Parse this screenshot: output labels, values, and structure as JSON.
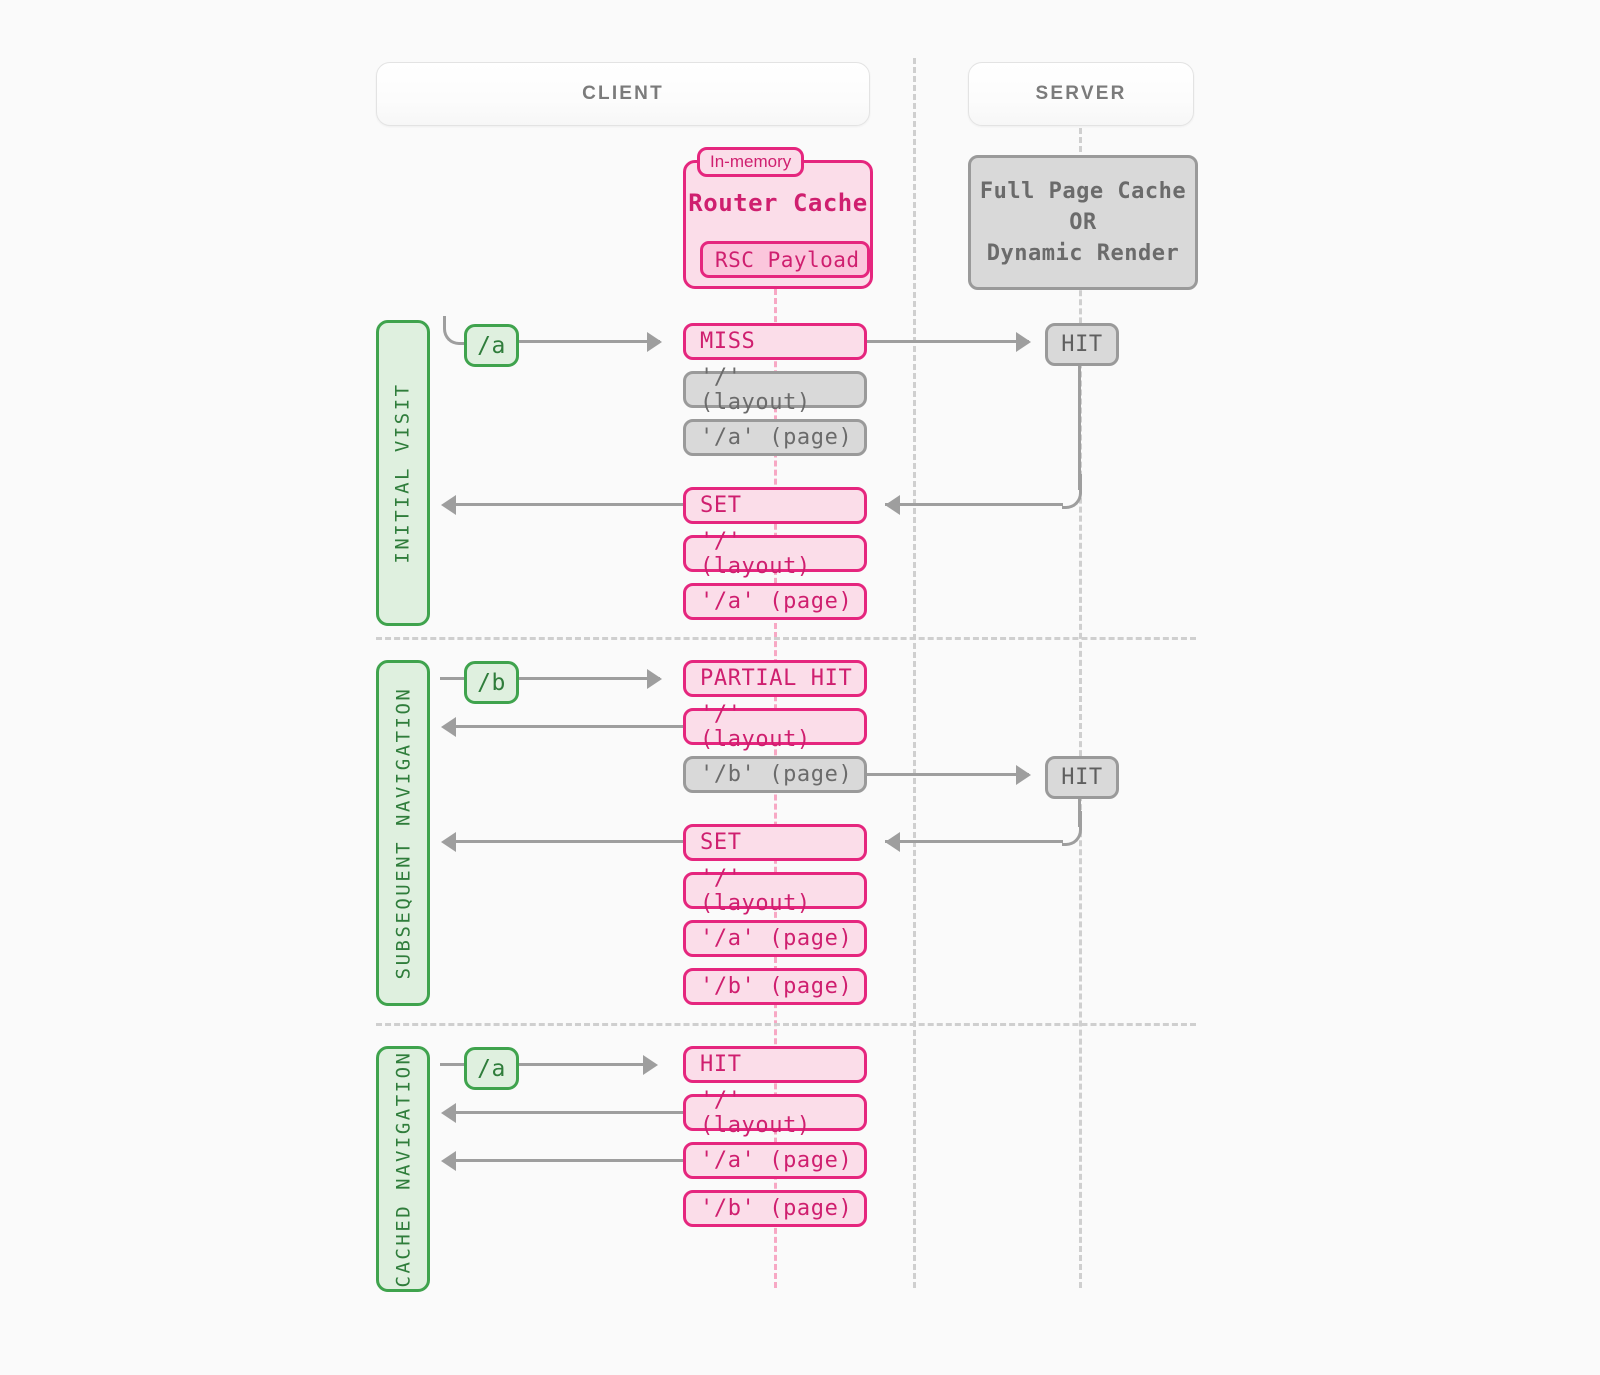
{
  "columns": {
    "client": "CLIENT",
    "server": "SERVER"
  },
  "router_cache": {
    "badge": "In-memory",
    "title": "Router Cache",
    "payload": "RSC Payload"
  },
  "server_panel": {
    "line1": "Full Page Cache",
    "line2": "OR",
    "line3": "Dynamic Render"
  },
  "sections": [
    {
      "label": "INITIAL VISIT",
      "route": "/a",
      "rows": [
        {
          "text": "MISS",
          "style": "pink-strong"
        },
        {
          "text": "'/' (layout)",
          "style": "grey-item"
        },
        {
          "text": "'/a' (page)",
          "style": "grey-item"
        },
        {
          "text": "SET",
          "style": "pink-strong"
        },
        {
          "text": "'/' (layout)",
          "style": "pink-item"
        },
        {
          "text": "'/a' (page)",
          "style": "pink-item"
        }
      ],
      "server_hit": "HIT"
    },
    {
      "label": "SUBSEQUENT NAVIGATION",
      "route": "/b",
      "rows": [
        {
          "text": "PARTIAL HIT",
          "style": "pink-strong"
        },
        {
          "text": "'/' (layout)",
          "style": "pink-item"
        },
        {
          "text": "'/b' (page)",
          "style": "grey-item"
        },
        {
          "text": "SET",
          "style": "pink-strong"
        },
        {
          "text": "'/' (layout)",
          "style": "pink-item"
        },
        {
          "text": "'/a' (page)",
          "style": "pink-item"
        },
        {
          "text": "'/b' (page)",
          "style": "pink-item"
        }
      ],
      "server_hit": "HIT"
    },
    {
      "label": "CACHED NAVIGATION",
      "route": "/a",
      "rows": [
        {
          "text": "HIT",
          "style": "pink-strong"
        },
        {
          "text": "'/' (layout)",
          "style": "pink-item"
        },
        {
          "text": "'/a' (page)",
          "style": "pink-item"
        },
        {
          "text": "'/b' (page)",
          "style": "pink-item"
        }
      ],
      "server_hit": null
    }
  ],
  "colors": {
    "background": "#fafafa",
    "pink_border": "#e5267e",
    "pink_fill": "#fbdde9",
    "pink_text": "#cf1f6f",
    "pink_dash": "#f7a8c4",
    "grey_border": "#9a9a9a",
    "grey_fill": "#d9d9d9",
    "grey_text": "#6b6b6b",
    "green_border": "#3fa34d",
    "green_fill": "#dff0df",
    "green_text": "#2f7d3b",
    "line": "#9e9e9e",
    "dash": "#cfcfcf"
  }
}
